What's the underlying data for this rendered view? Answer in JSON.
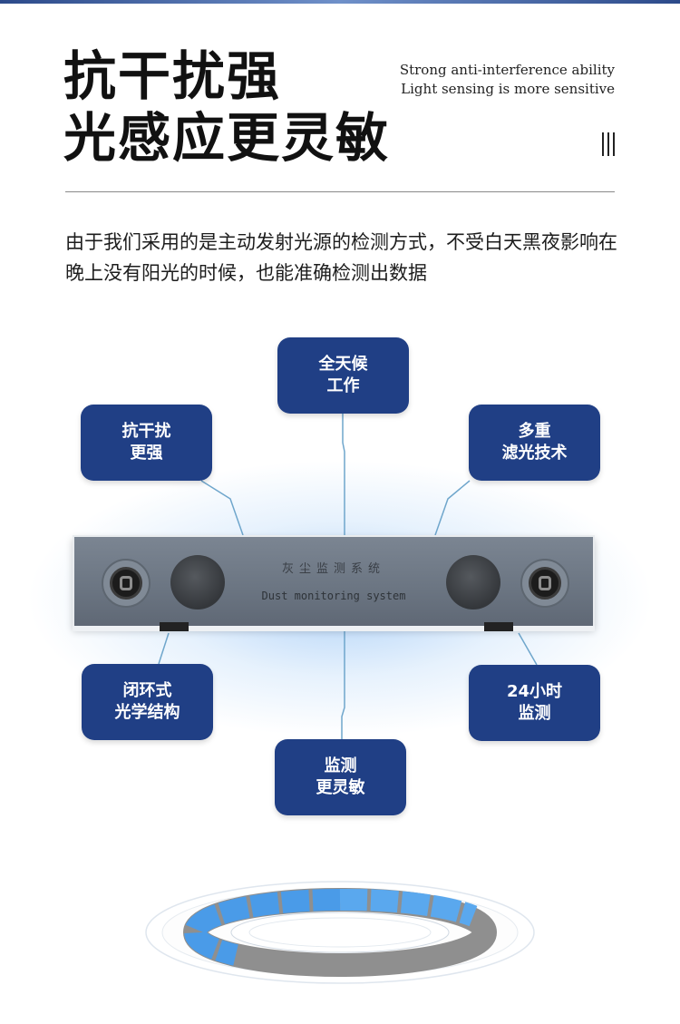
{
  "headline": {
    "line1": "抗干扰强",
    "line2": "光感应更灵敏"
  },
  "subtitle": {
    "line1": "Strong anti-interference ability",
    "line2": "Light sensing is more sensitive"
  },
  "description": "由于我们采用的是主动发射光源的检测方式，不受白天黑夜影响在晚上没有阳光的时候，也能准确检测出数据",
  "device": {
    "label_cn": "灰尘监测系统",
    "label_en": "Dust monitoring system"
  },
  "features": [
    {
      "line1": "全天候",
      "line2": "工作"
    },
    {
      "line1": "抗干扰",
      "line2": "更强"
    },
    {
      "line1": "多重",
      "line2": "滤光技术"
    },
    {
      "line1": "闭环式",
      "line2": "光学结构"
    },
    {
      "line1": "24小时",
      "line2": "监测"
    },
    {
      "line1": "监测",
      "line2": "更灵敏"
    }
  ],
  "colors": {
    "badge": "#203f85",
    "accent_glow": "#96c3f5",
    "ring_blue": "#4a9be8",
    "ring_gray": "#8c8c8c"
  }
}
